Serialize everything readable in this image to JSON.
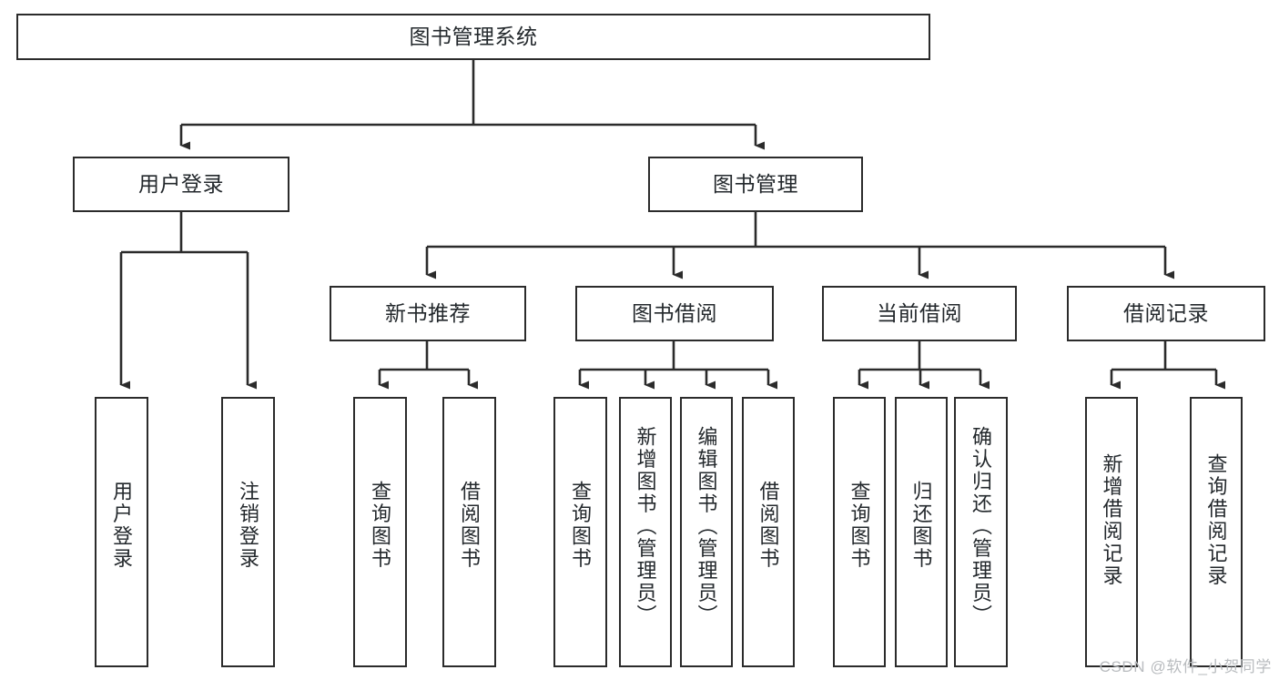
{
  "diagram": {
    "title": "图书管理系统",
    "type": "tree-hierarchy-chart",
    "orientation": "top-down",
    "line_color": "#2b2b2b",
    "box_fill": "#ffffff",
    "text_color": "#23282c"
  },
  "nodes": {
    "root": {
      "label": "图书管理系统"
    },
    "level1": [
      {
        "label": "用户登录"
      },
      {
        "label": "图书管理"
      }
    ],
    "level2": [
      {
        "label": "新书推荐"
      },
      {
        "label": "图书借阅"
      },
      {
        "label": "当前借阅"
      },
      {
        "label": "借阅记录"
      }
    ],
    "leaves_user_login": [
      {
        "label": "用户登录"
      },
      {
        "label": "注销登录"
      }
    ],
    "leaves_new_book": [
      {
        "label": "查询图书"
      },
      {
        "label": "借阅图书"
      }
    ],
    "leaves_book_borrow": [
      {
        "label": "查询图书"
      },
      {
        "label": "新增图书（管理员）"
      },
      {
        "label": "编辑图书（管理员）"
      },
      {
        "label": "借阅图书"
      }
    ],
    "leaves_current_borrow": [
      {
        "label": "查询图书"
      },
      {
        "label": "归还图书"
      },
      {
        "label": "确认归还（管理员）"
      }
    ],
    "leaves_borrow_record": [
      {
        "label": "新增借阅记录"
      },
      {
        "label": "查询借阅记录"
      }
    ]
  },
  "watermark": {
    "text": "CSDN @软件_小贺同学"
  },
  "chart_data": {
    "type": "tree",
    "title": "图书管理系统",
    "root": "图书管理系统",
    "edges": [
      [
        "图书管理系统",
        "用户登录"
      ],
      [
        "图书管理系统",
        "图书管理"
      ],
      [
        "用户登录",
        "用户登录"
      ],
      [
        "用户登录",
        "注销登录"
      ],
      [
        "图书管理",
        "新书推荐"
      ],
      [
        "图书管理",
        "图书借阅"
      ],
      [
        "图书管理",
        "当前借阅"
      ],
      [
        "图书管理",
        "借阅记录"
      ],
      [
        "新书推荐",
        "查询图书"
      ],
      [
        "新书推荐",
        "借阅图书"
      ],
      [
        "图书借阅",
        "查询图书"
      ],
      [
        "图书借阅",
        "新增图书（管理员）"
      ],
      [
        "图书借阅",
        "编辑图书（管理员）"
      ],
      [
        "图书借阅",
        "借阅图书"
      ],
      [
        "当前借阅",
        "查询图书"
      ],
      [
        "当前借阅",
        "归还图书"
      ],
      [
        "当前借阅",
        "确认归还（管理员）"
      ],
      [
        "借阅记录",
        "新增借阅记录"
      ],
      [
        "借阅记录",
        "查询借阅记录"
      ]
    ],
    "depth": 4,
    "leaf_count": 13
  }
}
